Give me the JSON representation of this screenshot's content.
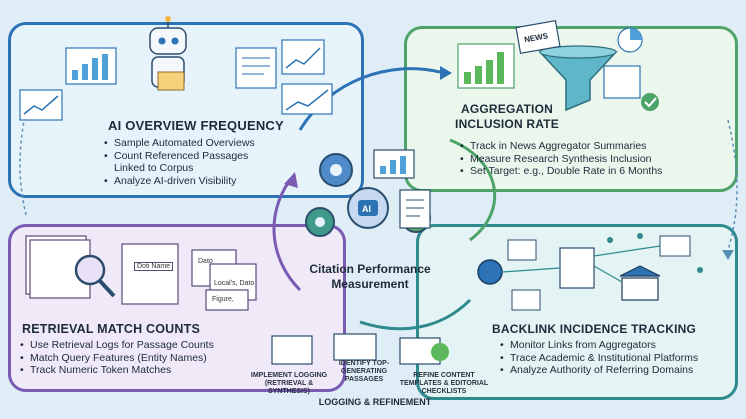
{
  "center": {
    "title": "Citation Performance Measurement",
    "ai_badge": "AI"
  },
  "panels": {
    "ai_overview": {
      "title": "AI OVERVIEW FREQUENCY",
      "bullets": [
        "Sample Automated Overviews",
        "Count Referenced Passages Linked to Corpus",
        "Analyze AI-driven Visibility"
      ]
    },
    "aggregation": {
      "title_line1": "AGGREGATION",
      "title_line2": "INCLUSION RATE",
      "bullets": [
        "Track in News Aggregator Summaries",
        "Measure Research Synthesis Inclusion",
        "Set Target: e.g., Double Rate in 6 Months"
      ],
      "news_label": "NEWS"
    },
    "retrieval": {
      "title": "RETRIEVAL MATCH COUNTS",
      "bullets": [
        "Use Retrieval Logs for Passage Counts",
        "Match Query Features (Entity Names)",
        "Track Numeric Token Matches"
      ],
      "doc_labels": [
        "Doti Name",
        "Dato",
        "Local's, Dato",
        "Figure,"
      ]
    },
    "backlink": {
      "title": "BACKLINK INCIDENCE TRACKING",
      "bullets": [
        "Monitor Links from Aggregators",
        "Trace Academic & Institutional Platforms",
        "Analyze Authority of Referring Domains"
      ]
    }
  },
  "bottom": {
    "step1": "IMPLEMENT LOGGING (RETRIEVAL & SYNTHESIS)",
    "step2": "IDENTIFY TOP-GENERATING PASSAGES",
    "step3": "REFINE CONTENT TEMPLATES & EDITORIAL CHECKLISTS",
    "footer": "LOGGING & REFINEMENT"
  },
  "colors": {
    "ai": "#2b73b5",
    "aggregation": "#4ea36a",
    "retrieval": "#7a5bb3",
    "backlink": "#2e8a8c"
  }
}
